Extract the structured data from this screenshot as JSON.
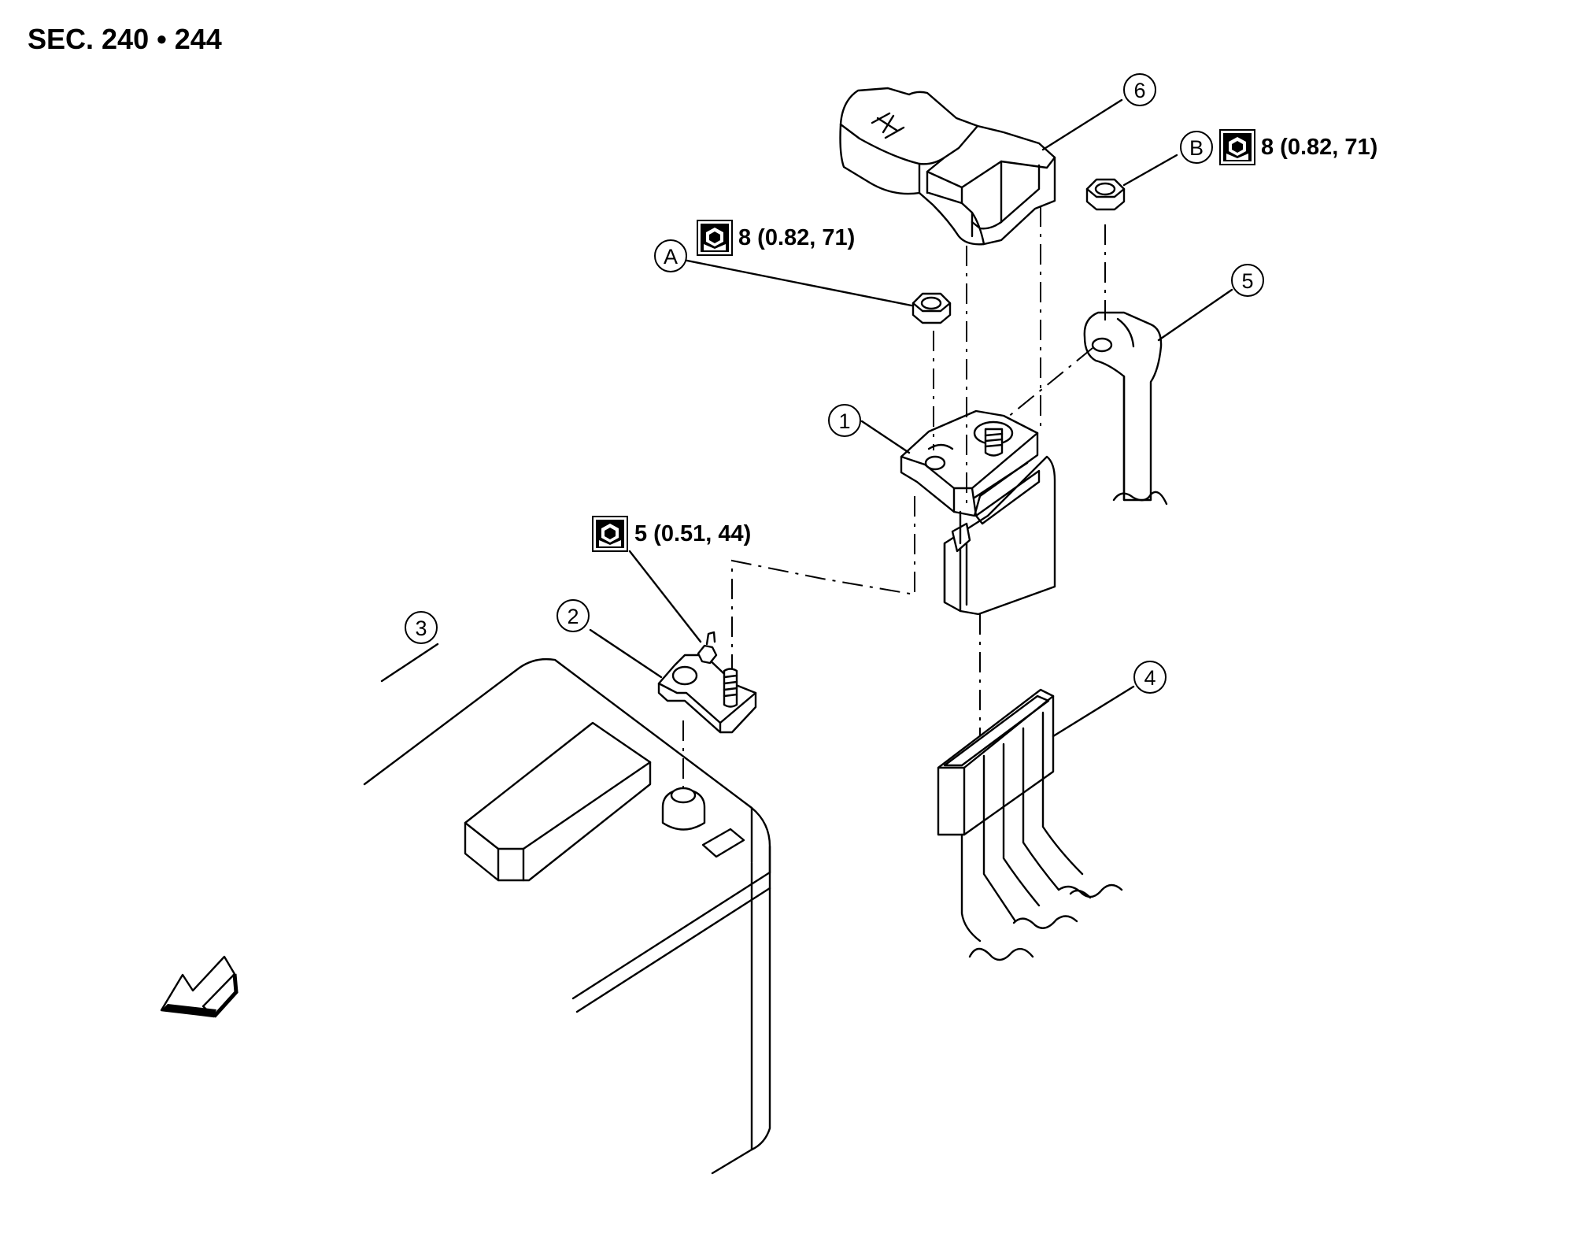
{
  "section_label": "SEC. 240 • 244",
  "callouts": {
    "c1": "1",
    "c2": "2",
    "c3": "3",
    "c4": "4",
    "c5": "5",
    "c6": "6",
    "cA": "A",
    "cB": "B"
  },
  "torque": {
    "a": "8 (0.82, 71)",
    "b": "8 (0.82, 71)",
    "c": "5 (0.51, 44)"
  },
  "icons": {
    "torque": "torque-wrench-icon",
    "front": "front-direction-arrow-icon",
    "terminal": "positive-terminal-plus-icon"
  }
}
